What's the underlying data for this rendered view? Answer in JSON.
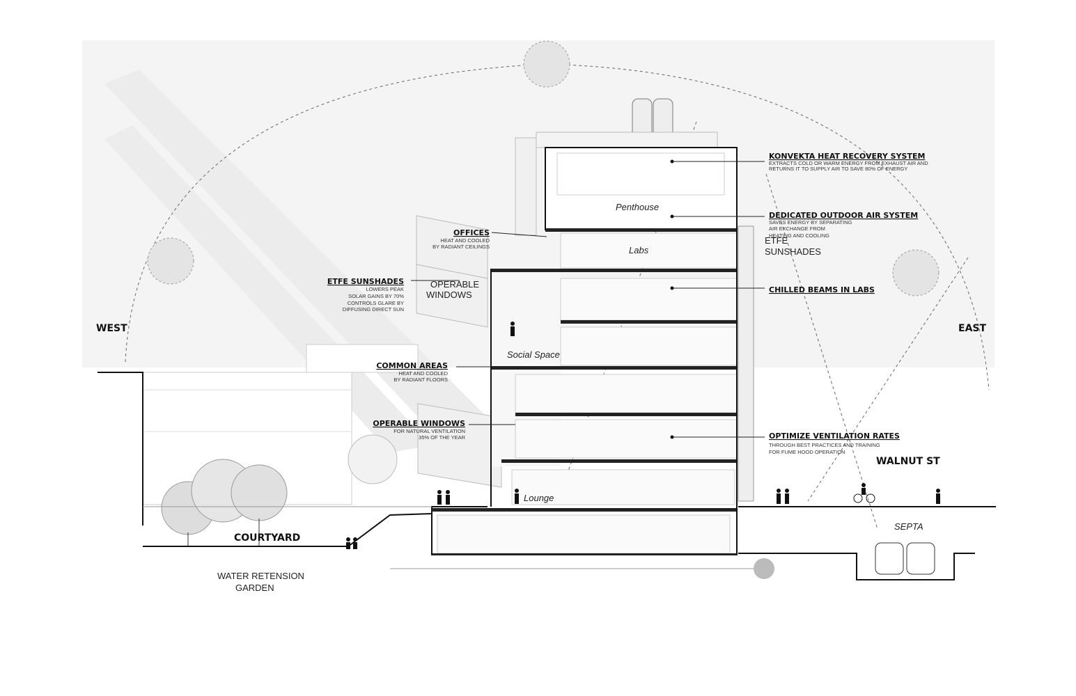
{
  "directions": {
    "west": "WEST",
    "east": "EAST"
  },
  "places": {
    "courtyard": "COURTYARD",
    "water_garden_line1": "WATER RETENSION",
    "water_garden_line2": "GARDEN",
    "walnut_st": "WALNUT ST",
    "septa": "SEPTA"
  },
  "rooms": {
    "penthouse": "Penthouse",
    "labs": "Labs",
    "social_space": "Social Space",
    "lounge": "Lounge",
    "operable_windows_line1": "OPERABLE",
    "operable_windows_line2": "WINDOWS",
    "etfe_right_line1": "ETFE",
    "etfe_right_line2": "SUNSHADES"
  },
  "annotations_left": [
    {
      "title": "OFFICES",
      "lines": [
        "HEAT AND COOLED",
        "BY RADIANT CEILINGS"
      ]
    },
    {
      "title": "ETFE SUNSHADES",
      "lines": [
        "LOWERS PEAK",
        "SOLAR GAINS BY 70%",
        "CONTROLS GLARE BY",
        "DIFFUSING DIRECT SUN"
      ]
    },
    {
      "title": "COMMON AREAS",
      "lines": [
        "HEAT AND COOLED",
        "BY RADIANT FLOORS"
      ]
    },
    {
      "title": "OPERABLE WINDOWS",
      "lines": [
        "FOR NATURAL VENTILATION",
        "35% OF THE YEAR"
      ]
    }
  ],
  "annotations_right": [
    {
      "title": "KONVEKTA HEAT RECOVERY SYSTEM",
      "lines": [
        "EXTRACTS COLD OR WARM ENERGY FROM EXHAUST AIR AND",
        "RETURNS IT TO SUPPLY AIR TO SAVE 80% OF ENERGY"
      ]
    },
    {
      "title": "DEDICATED OUTDOOR AIR SYSTEM",
      "lines": [
        "SAVES ENERGY BY SEPARATING",
        "AIR EXCHANGE FROM",
        "HEATING AND COOLING"
      ]
    },
    {
      "title": "CHILLED BEAMS IN LABS",
      "lines": []
    },
    {
      "title": "OPTIMIZE VENTILATION RATES",
      "lines": [
        "THROUGH BEST PRACTICES AND TRAINING",
        "FOR FUME HOOD OPERATION"
      ]
    }
  ]
}
